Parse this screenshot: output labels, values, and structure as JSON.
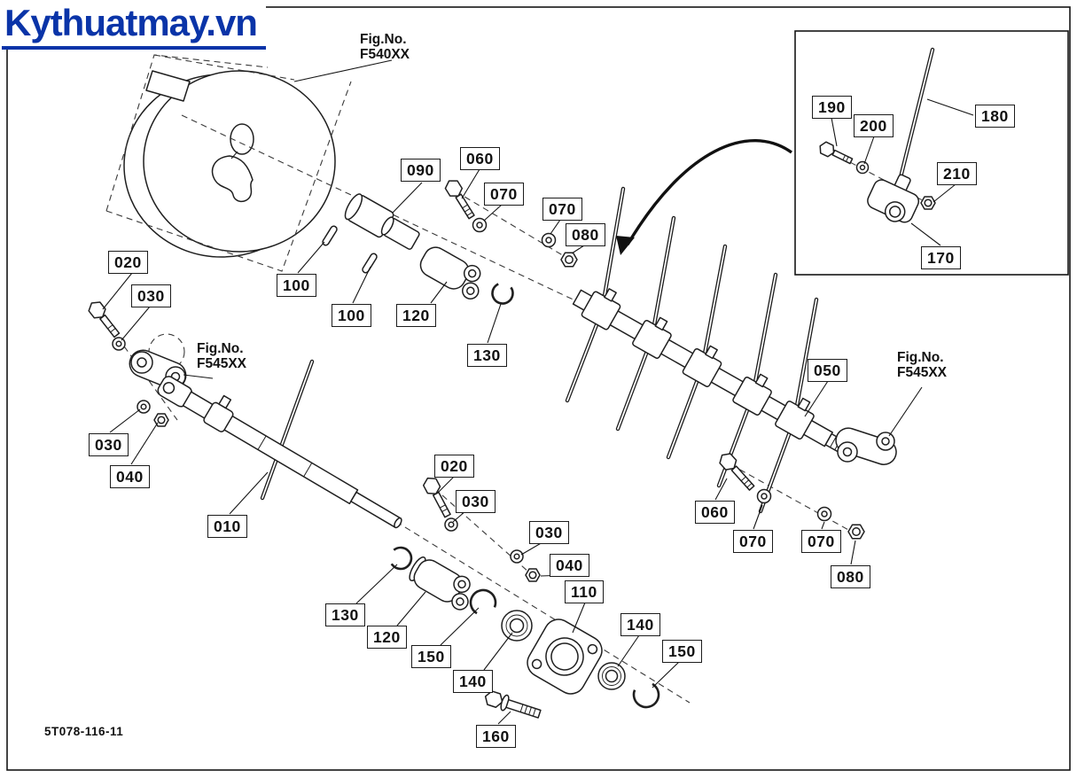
{
  "page": {
    "watermark": "Kythuatmay.vn",
    "drawing_number": "5T078-116-11",
    "accent_blue": "#0a34a8",
    "line_color": "#1c1c1c"
  },
  "fig_refs": [
    {
      "name": "Fig.No.",
      "code": "F540XX"
    },
    {
      "name": "Fig.No.",
      "code": "F545XX"
    },
    {
      "name": "Fig.No.",
      "code": "F545XX"
    }
  ],
  "part_labels": [
    "090",
    "060",
    "070",
    "070",
    "080",
    "020",
    "030",
    "100",
    "100",
    "120",
    "130",
    "030",
    "040",
    "010",
    "020",
    "030",
    "030",
    "040",
    "110",
    "140",
    "130",
    "120",
    "150",
    "140",
    "160",
    "150",
    "050",
    "060",
    "070",
    "070",
    "080",
    "190",
    "200",
    "180",
    "210",
    "170"
  ]
}
